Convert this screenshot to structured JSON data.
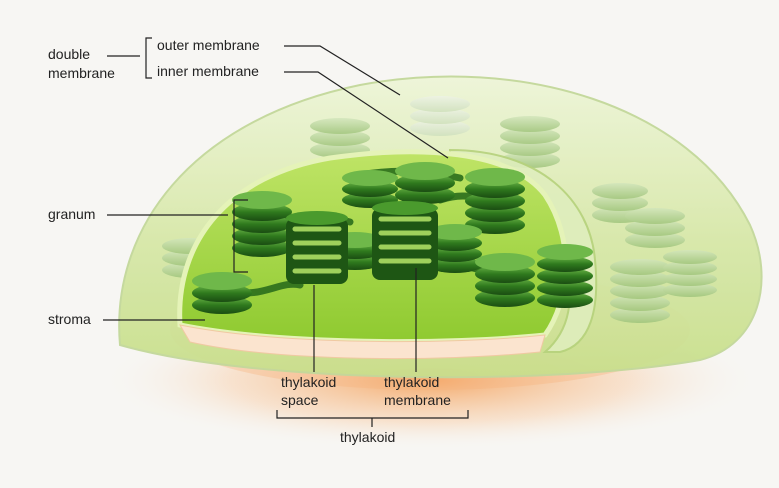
{
  "labels": {
    "double_membrane_line1": "double",
    "double_membrane_line2": "membrane",
    "outer_membrane": "outer membrane",
    "inner_membrane": "inner membrane",
    "granum": "granum",
    "stroma": "stroma",
    "thylakoid_space_line1": "thylakoid",
    "thylakoid_space_line2": "space",
    "thylakoid_membrane_line1": "thylakoid",
    "thylakoid_membrane_line2": "membrane",
    "thylakoid": "thylakoid"
  },
  "colors": {
    "background": "#f7f6f3",
    "outer_membrane_fill": "#dbe9b8",
    "stroma_fill": "#a9d64a",
    "thylakoid_dark": "#1f5a17",
    "thylakoid_mid": "#3b8a25",
    "thylakoid_light": "#7cbf4e",
    "faded_granum": "#b7d39a",
    "glow_orange": "#f6b27a",
    "leader_line": "#222222"
  }
}
